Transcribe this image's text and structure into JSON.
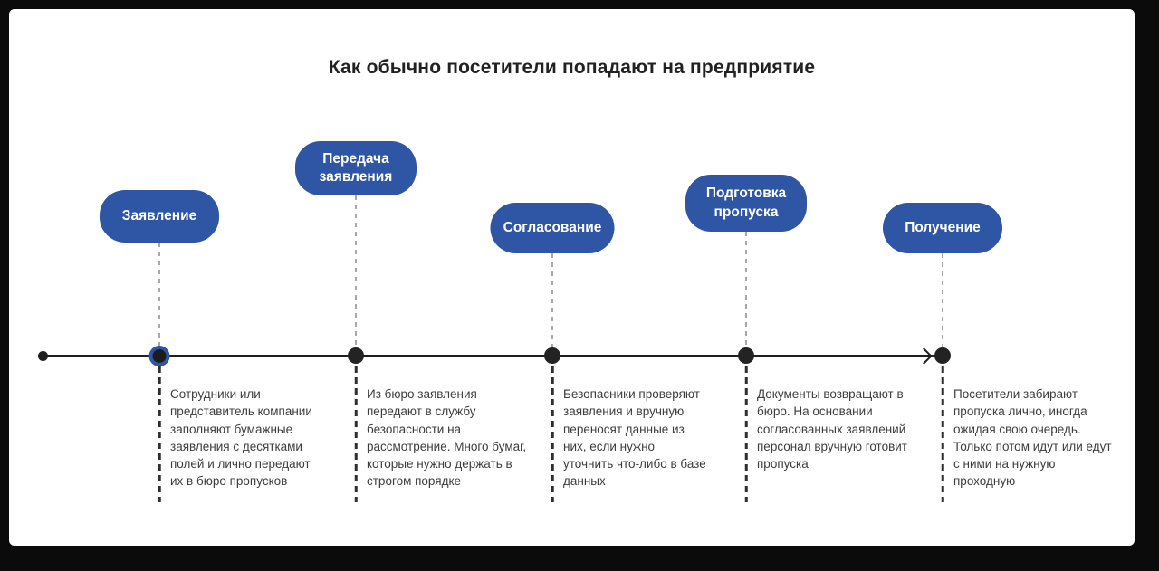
{
  "title": "Как обычно посетители попадают на предприятие",
  "colors": {
    "frame_background": "#0b0b0b",
    "card_background": "#ffffff",
    "pill_blue": "#2e56a5",
    "pill_text": "#ffffff",
    "timeline_black": "#1f1f1f",
    "dash_light_gray": "#a8a8a8",
    "dash_dark": "#2f2f2f",
    "description_text": "#3d3d3d",
    "title_text": "#212121"
  },
  "stages": [
    {
      "label": "Заявление",
      "highlighted": true,
      "description": "Сотрудники или представитель компании заполняют бумажные заявления с десятками полей и лично передают их в бюро пропусков"
    },
    {
      "label": "Передача заявления",
      "highlighted": false,
      "description": "Из бюро заявления передают в службу безопасности на рассмотрение. Много бумаг, которые нужно держать в строгом порядке"
    },
    {
      "label": "Согласование",
      "highlighted": false,
      "description": "Безопасники проверяют заявления и вручную переносят данные из них, если нужно уточнить что-либо в базе данных"
    },
    {
      "label": "Подготовка пропуска",
      "highlighted": false,
      "description": "Документы возвращают в бюро. На основании согласованных заявлений персонал вручную готовит пропуска"
    },
    {
      "label": "Получение",
      "highlighted": false,
      "description": "Посетители забирают пропуска лично, иногда ожидая свою очередь. Только потом идут или едут с ними на нужную проходную"
    }
  ]
}
